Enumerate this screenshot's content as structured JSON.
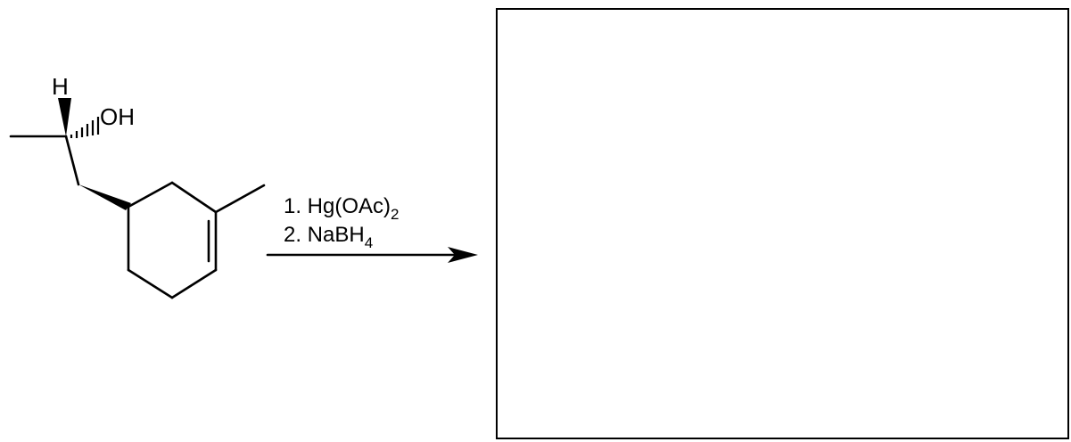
{
  "molecule": {
    "atom_h": "H",
    "atom_oh": "OH"
  },
  "reagents": {
    "step1_prefix": "1. Hg(OAc)",
    "step1_sub": "2",
    "step2_prefix": "2. NaBH",
    "step2_sub": "4"
  },
  "answer_box": {
    "content": ""
  }
}
